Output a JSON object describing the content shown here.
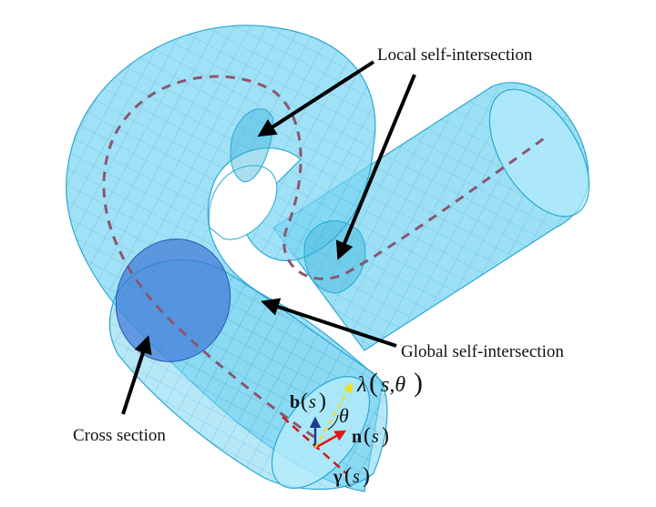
{
  "labels": {
    "local": "Local self-intersection",
    "global": "Global self-intersection",
    "cross": "Cross section"
  },
  "math": {
    "lambda": "λ",
    "lambda_args": "s,θ",
    "theta": "θ",
    "b": "b",
    "n": "n",
    "gamma": "γ",
    "s": "s"
  },
  "colors": {
    "tube": "#7ad6f2",
    "tube_edge": "#2aa8d4",
    "mesh": "#1e6f8f",
    "centerline": "#8a5670",
    "cross_section": "#3f77d6",
    "vector_b": "#1f3f8f",
    "vector_n": "#e01818",
    "vector_lambda": "#f0e020",
    "gamma_dash": "#d01818",
    "arrow": "#000000"
  }
}
